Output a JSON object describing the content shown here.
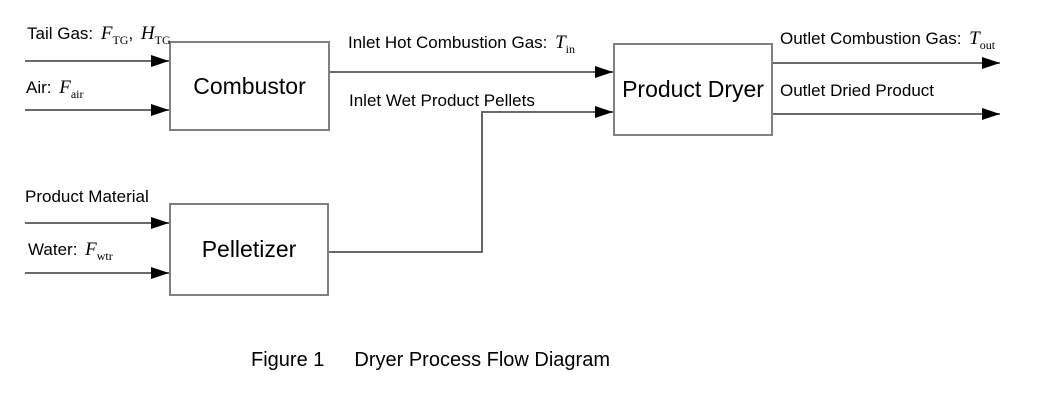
{
  "figure_caption": {
    "number": "Figure 1",
    "title": "Dryer Process Flow Diagram"
  },
  "blocks": {
    "combustor": {
      "label": "Combustor"
    },
    "product_dryer": {
      "label": "Product Dryer"
    },
    "pelletizer": {
      "label": "Pelletizer"
    }
  },
  "streams": {
    "tail_gas": {
      "prefix": "Tail Gas:",
      "flow_symbol": "F",
      "flow_subscript": "TG",
      "separator": ",",
      "enthalpy_symbol": "H",
      "enthalpy_subscript": "TG"
    },
    "air": {
      "prefix": "Air:",
      "symbol": "F",
      "subscript": "air"
    },
    "inlet_hot_combustion_gas": {
      "prefix": "Inlet Hot Combustion Gas:",
      "symbol": "T",
      "subscript": "in"
    },
    "inlet_wet_product_pellets": {
      "label": "Inlet Wet Product Pellets"
    },
    "outlet_combustion_gas": {
      "prefix": "Outlet Combustion Gas:",
      "symbol": "T",
      "subscript": "out"
    },
    "outlet_dried_product": {
      "label": "Outlet Dried Product"
    },
    "product_material": {
      "label": "Product Material"
    },
    "water": {
      "prefix": "Water:",
      "symbol": "F",
      "subscript": "wtr"
    }
  },
  "colors": {
    "background": "#ffffff",
    "box_border": "#808080",
    "flow_line": "#555555",
    "arrowhead": "#000000",
    "text": "#000000"
  }
}
